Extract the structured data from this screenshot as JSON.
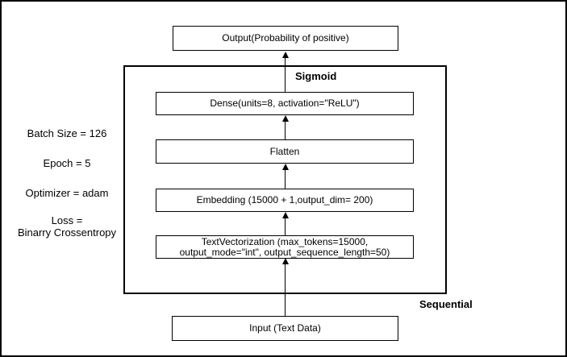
{
  "diagram": {
    "nodes": {
      "output": "Output(Probability of positive)",
      "dense": "Dense(units=8, activation=\"ReLU\")",
      "flatten": "Flatten",
      "embedding": "Embedding (15000 + 1,output_dim= 200)",
      "textvectorization_line1": "TextVectorization (max_tokens=15000,",
      "textvectorization_line2": "output_mode=\"int\", output_sequence_length=50)",
      "input": "Input (Text Data)"
    },
    "labels": {
      "activation": "Sigmoid",
      "model": "Sequential"
    },
    "hyperparameters": {
      "batch_size": "Batch Size = 126",
      "epoch": "Epoch = 5",
      "optimizer": "Optimizer = adam",
      "loss_line1": "Loss =",
      "loss_line2": "Binarry Crossentropy"
    },
    "colors": {
      "stroke": "#000000",
      "background": "#ffffff"
    }
  }
}
